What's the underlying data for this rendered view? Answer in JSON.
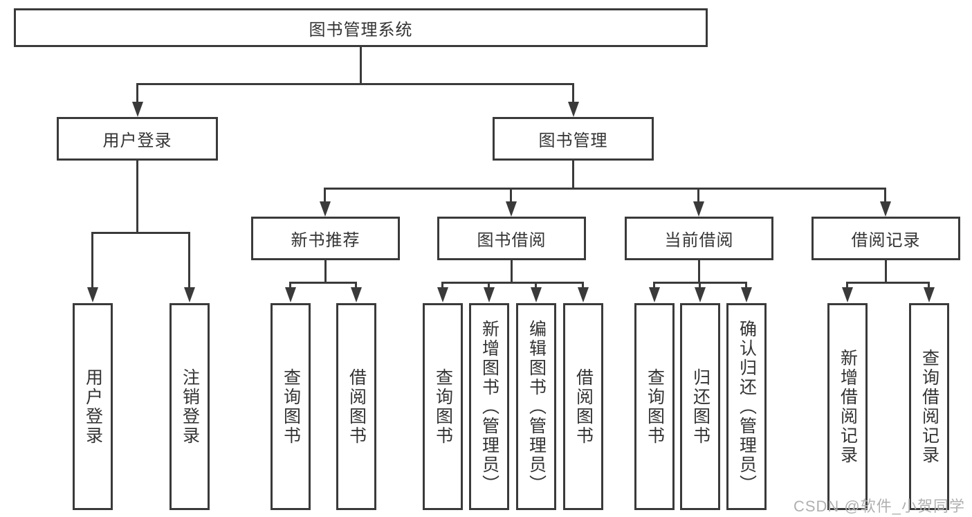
{
  "diagram": {
    "title": "图书管理系统",
    "level2": [
      {
        "label": "用户登录",
        "leaves": [
          {
            "label": "用户登录"
          },
          {
            "label": "注销登录"
          }
        ]
      },
      {
        "label": "图书管理",
        "children": [
          {
            "label": "新书推荐",
            "leaves": [
              {
                "label": "查询图书"
              },
              {
                "label": "借阅图书"
              }
            ]
          },
          {
            "label": "图书借阅",
            "leaves": [
              {
                "label": "查询图书"
              },
              {
                "label": "新增图书（管理员）"
              },
              {
                "label": "编辑图书（管理员）"
              },
              {
                "label": "借阅图书"
              }
            ]
          },
          {
            "label": "当前借阅",
            "leaves": [
              {
                "label": "查询图书"
              },
              {
                "label": "归还图书"
              },
              {
                "label": "确认归还（管理员）"
              }
            ]
          },
          {
            "label": "借阅记录",
            "leaves": [
              {
                "label": "新增借阅记录"
              },
              {
                "label": "查询借阅记录"
              }
            ]
          }
        ]
      }
    ]
  },
  "watermark": {
    "text": "CSDN @软件_小贺同学"
  },
  "colors": {
    "line": "#3a3a3a",
    "text": "#333333",
    "background": "#ffffff",
    "watermark": "#b0b0b0"
  }
}
